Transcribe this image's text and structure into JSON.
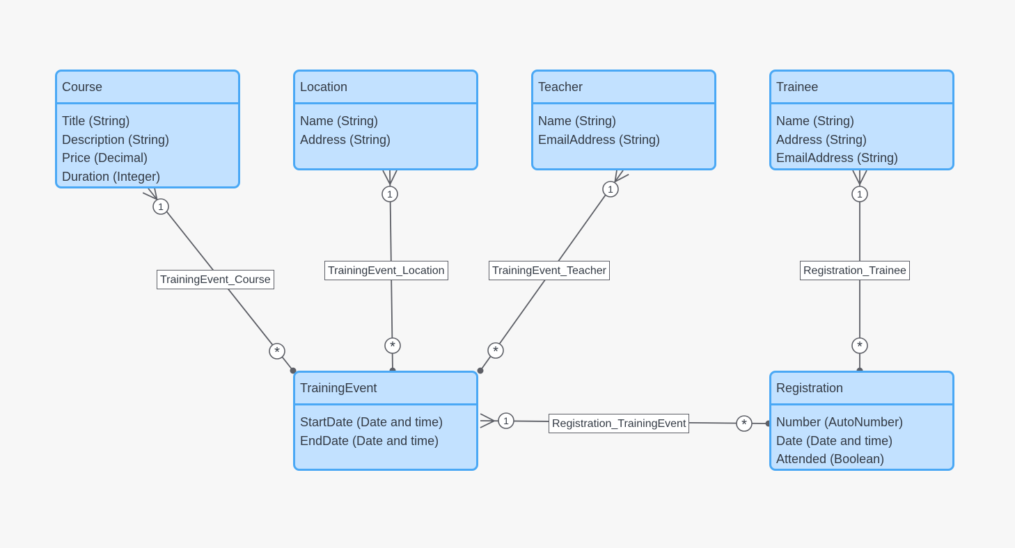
{
  "diagram": {
    "entities": [
      {
        "id": "course",
        "name": "Course",
        "attributes": [
          "Title (String)",
          "Description (String)",
          "Price (Decimal)",
          "Duration (Integer)"
        ]
      },
      {
        "id": "location",
        "name": "Location",
        "attributes": [
          "Name (String)",
          "Address (String)"
        ]
      },
      {
        "id": "teacher",
        "name": "Teacher",
        "attributes": [
          "Name (String)",
          "EmailAddress (String)"
        ]
      },
      {
        "id": "trainee",
        "name": "Trainee",
        "attributes": [
          "Name (String)",
          "Address (String)",
          "EmailAddress (String)"
        ]
      },
      {
        "id": "trainingevent",
        "name": "TrainingEvent",
        "attributes": [
          "StartDate (Date and time)",
          "EndDate (Date and time)"
        ]
      },
      {
        "id": "registration",
        "name": "Registration",
        "attributes": [
          "Number (AutoNumber)",
          "Date (Date and time)",
          "Attended (Boolean)"
        ]
      }
    ],
    "relations": [
      {
        "id": "trainingevent-course",
        "label": "TrainingEvent_Course",
        "one": "course",
        "many": "trainingevent",
        "one_multiplicity": "1",
        "many_multiplicity": "*"
      },
      {
        "id": "trainingevent-location",
        "label": "TrainingEvent_Location",
        "one": "location",
        "many": "trainingevent",
        "one_multiplicity": "1",
        "many_multiplicity": "*"
      },
      {
        "id": "trainingevent-teacher",
        "label": "TrainingEvent_Teacher",
        "one": "teacher",
        "many": "trainingevent",
        "one_multiplicity": "1",
        "many_multiplicity": "*"
      },
      {
        "id": "registration-trainee",
        "label": "Registration_Trainee",
        "one": "trainee",
        "many": "registration",
        "one_multiplicity": "1",
        "many_multiplicity": "*"
      },
      {
        "id": "registration-trainingevent",
        "label": "Registration_TrainingEvent",
        "one": "trainingevent",
        "many": "registration",
        "one_multiplicity": "1",
        "many_multiplicity": "*"
      }
    ],
    "colors": {
      "background": "#f7f7f7",
      "entity_fill": "#c2e1ff",
      "entity_border": "#4aa8f5",
      "line": "#5d5f66",
      "text": "#333a44"
    }
  }
}
